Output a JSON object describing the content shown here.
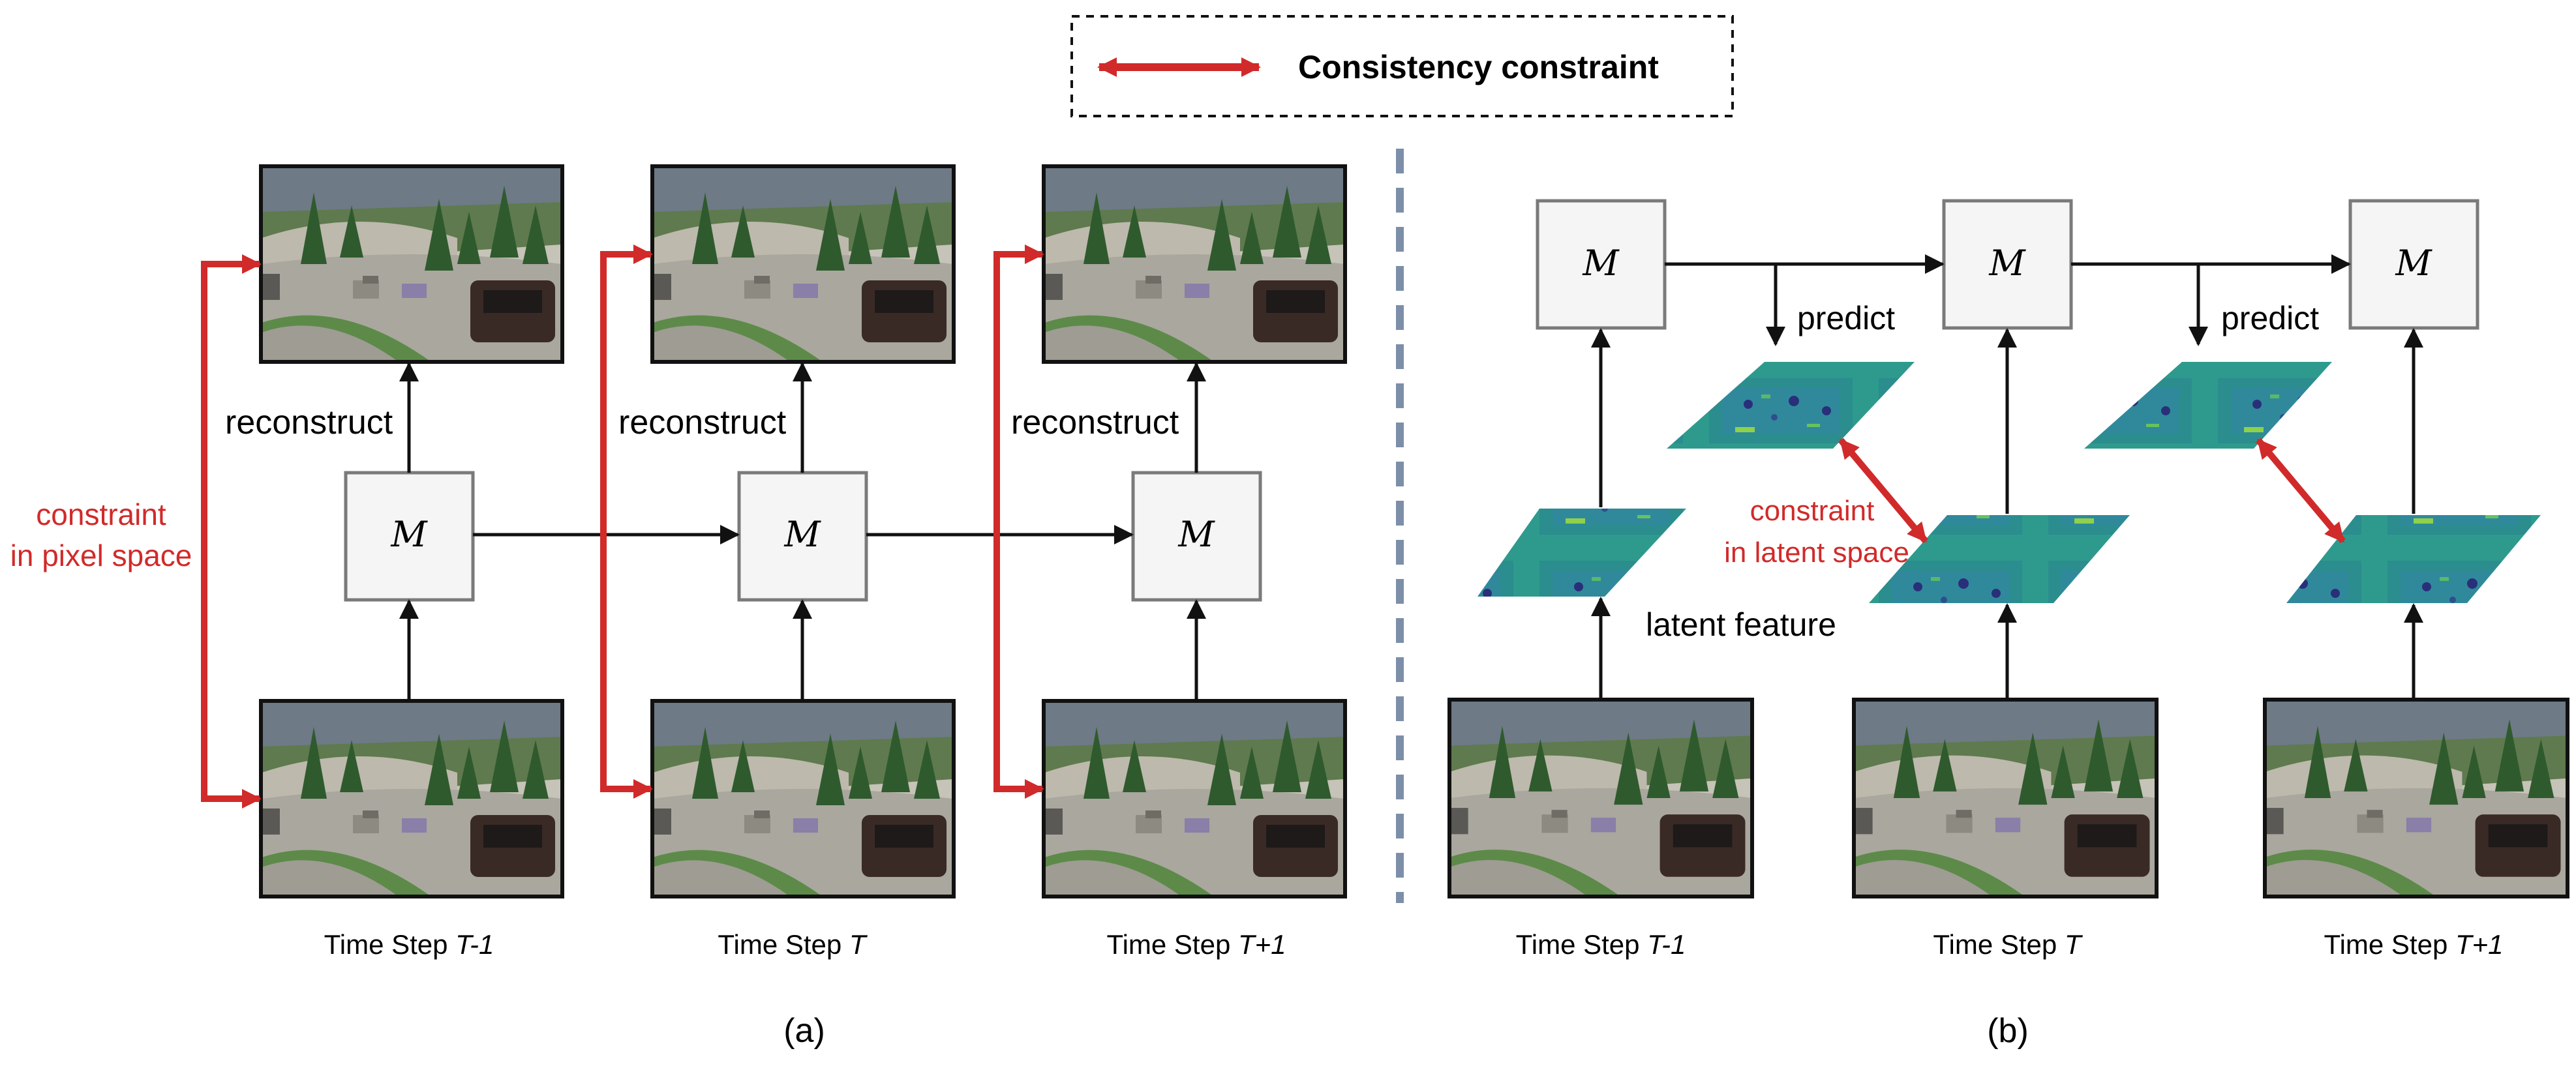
{
  "legend": {
    "label": "Consistency constraint"
  },
  "model_label": "M",
  "panel_a": {
    "reconstruct_label": "reconstruct",
    "constraint_line1": "constraint",
    "constraint_line2": "in pixel space",
    "caption": "(a)"
  },
  "panel_b": {
    "predict_label": "predict",
    "latent_feature_label": "latent feature",
    "constraint_line1": "constraint",
    "constraint_line2": "in latent space",
    "caption": "(b)"
  },
  "time_steps": [
    {
      "prefix": "Time Step ",
      "var": "T-1"
    },
    {
      "prefix": "Time Step ",
      "var": "T"
    },
    {
      "prefix": "Time Step ",
      "var": "T+1"
    }
  ],
  "colors": {
    "red": "#d12a2a",
    "box_fill": "#f5f5f5",
    "box_stroke": "#7a7a7a",
    "divider": "#7d8fa8"
  }
}
